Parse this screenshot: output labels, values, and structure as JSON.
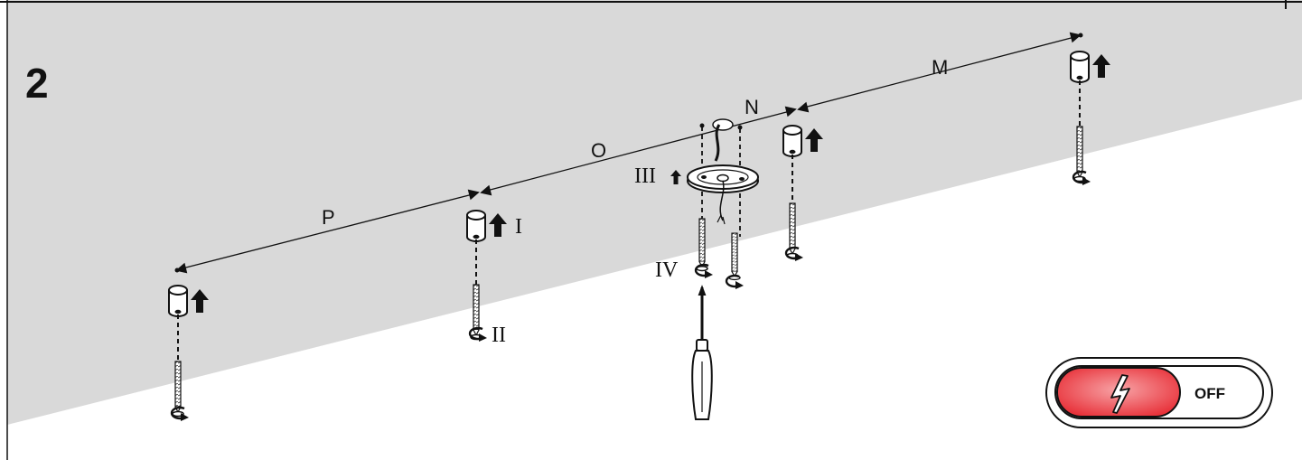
{
  "step_number": "2",
  "distance_labels": {
    "m": "M",
    "n": "N",
    "o": "O",
    "p": "P"
  },
  "part_labels": {
    "i": "I",
    "ii": "II",
    "iii": "III",
    "iv": "IV"
  },
  "power_switch": {
    "state_label": "OFF",
    "accent_color": "#e8323a"
  },
  "colors": {
    "ceiling": "#d9d9d9",
    "line": "#111111"
  }
}
